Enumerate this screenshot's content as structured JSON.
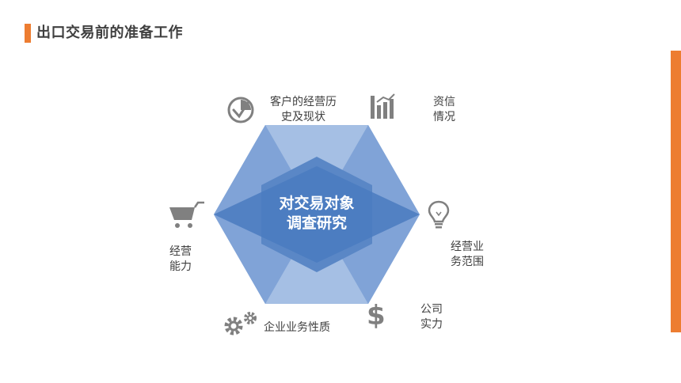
{
  "title": "出口交易前的准备工作",
  "center": {
    "line1": "对交易对象",
    "line2": "调查研究"
  },
  "items": [
    {
      "key": "history",
      "line1": "客户的经营历",
      "line2": "史及现状",
      "icon": "clock-check-icon"
    },
    {
      "key": "credit",
      "line1": "资信",
      "line2": "情况",
      "icon": "bar-chart-growth-icon"
    },
    {
      "key": "scope",
      "line1": "经营业",
      "line2": "务范围",
      "icon": "lightbulb-icon"
    },
    {
      "key": "strength",
      "line1": "公司",
      "line2": "实力",
      "icon": "dollar-icon"
    },
    {
      "key": "nature",
      "line1": "企业业务性质",
      "line2": "",
      "icon": "gears-icon"
    },
    {
      "key": "ability",
      "line1": "经营",
      "line2": "能力",
      "icon": "shopping-cart-icon"
    }
  ],
  "colors": {
    "accent": "#ed7d31",
    "hex_light": "#8fb0dc",
    "hex_mid": "#6e95cf",
    "hex_dark": "#4a7bc0",
    "icon_gray": "#808080"
  }
}
